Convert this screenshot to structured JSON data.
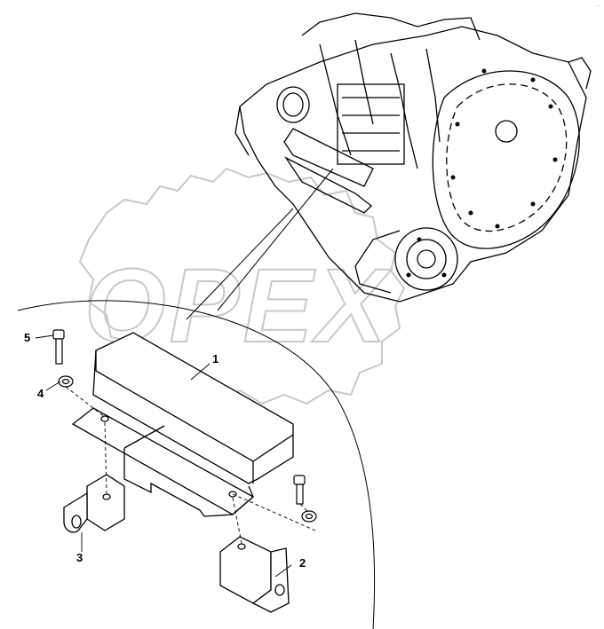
{
  "watermark": {
    "text": "OPEX"
  },
  "corner_mark": "…",
  "callouts": {
    "c1": "1",
    "c2": "2",
    "c3": "3",
    "c4": "4",
    "c5": "5"
  },
  "colors": {
    "line": "#000000",
    "watermark": "#c8c8c8",
    "background": "#ffffff"
  },
  "icons": [
    "gearbox-assembly-drawing",
    "guard-plate",
    "bracket",
    "bolt",
    "washer"
  ]
}
